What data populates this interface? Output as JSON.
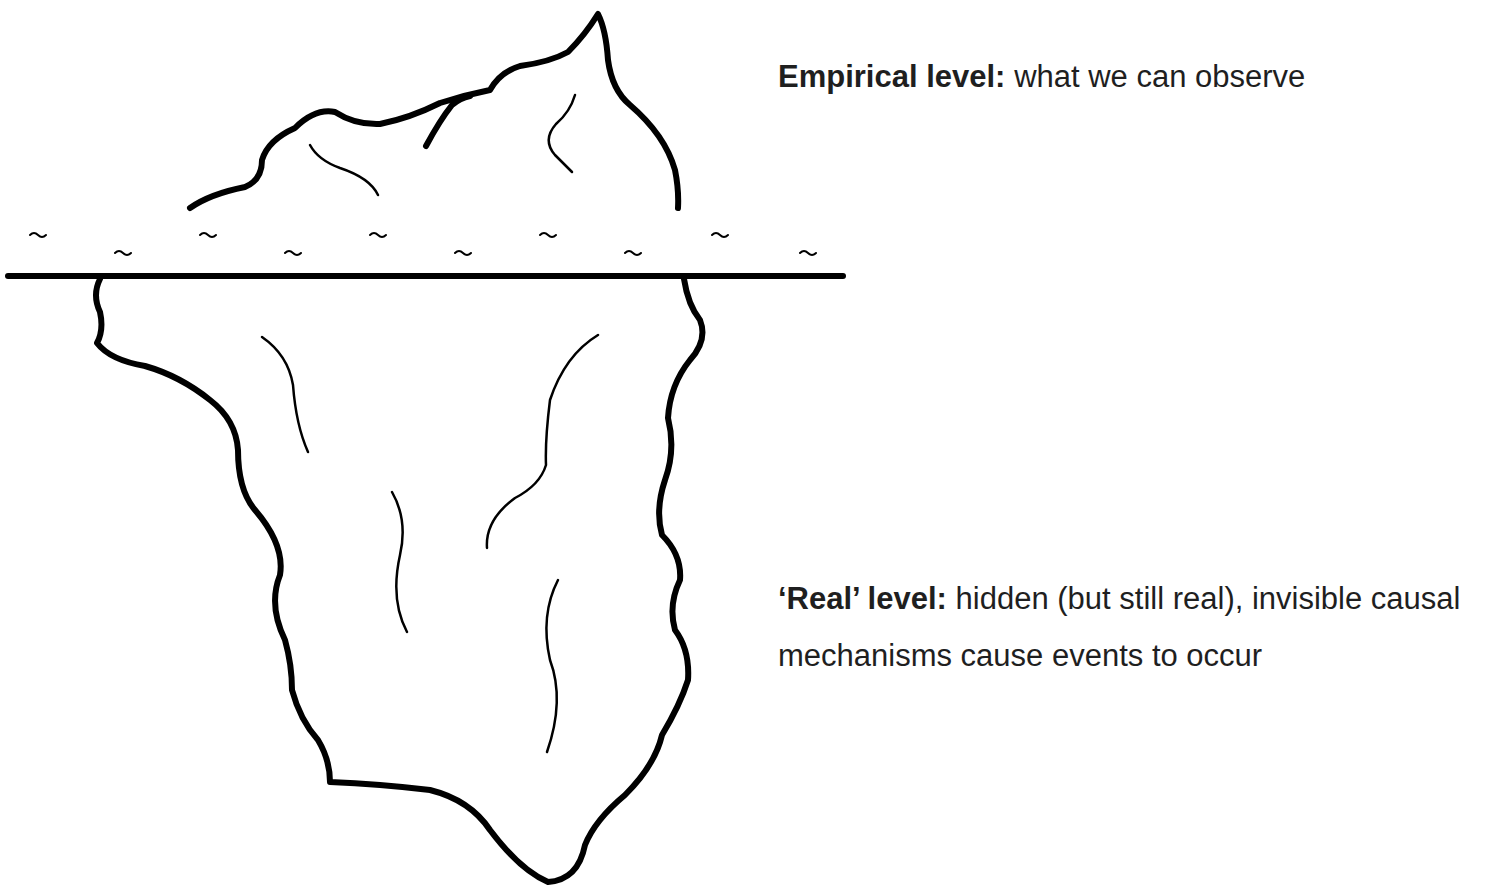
{
  "diagram": {
    "labels": [
      "Empirical level:",
      "what we can observe",
      "‘Real’ level:",
      "hidden (but still real), invisible causal mechanisms cause events to occur"
    ]
  }
}
